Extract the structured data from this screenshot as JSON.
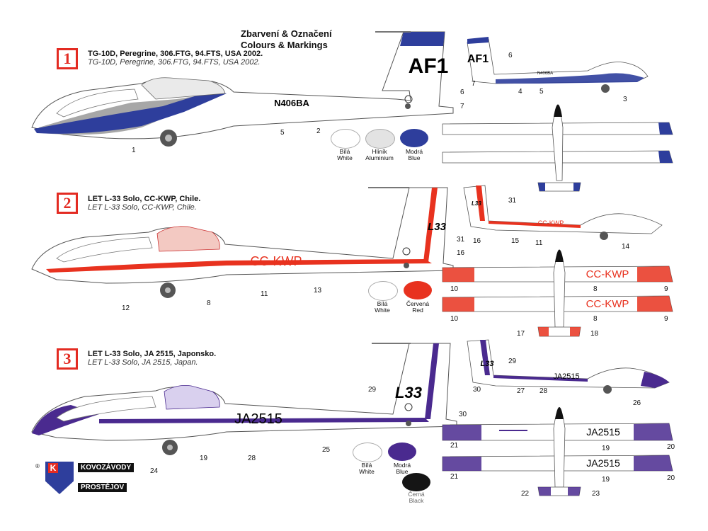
{
  "header": {
    "line1": "Zbarvení & Označení",
    "line2": "Colours & Markings"
  },
  "schemes": [
    {
      "num": "1",
      "title_cz": "TG-10D, Peregrine, 306.FTG, 94.FTS, USA 2002.",
      "title_en": "TG-10D, Peregrine, 306.FTG, 94.FTS, USA 2002.",
      "reg": "N406BA",
      "tail": "AF1",
      "accent": "#2e3e9c"
    },
    {
      "num": "2",
      "title_cz": "LET L-33 Solo, CC-KWP, Chile.",
      "title_en": "LET L-33 Solo, CC-KWP, Chile.",
      "reg": "CC-KWP",
      "tail": "L33",
      "accent": "#e8321f"
    },
    {
      "num": "3",
      "title_cz": "LET L-33 Solo, JA 2515, Japonsko.",
      "title_en": "LET L-33 Solo, JA 2515, Japan.",
      "reg": "JA2515",
      "tail": "L33",
      "accent": "#4a2a8f"
    }
  ],
  "callouts": {
    "s1": [
      "1",
      "2",
      "5",
      "6",
      "7",
      "3",
      "4",
      "5",
      "6",
      "7"
    ],
    "s2": [
      "12",
      "11",
      "13",
      "8",
      "16",
      "31",
      "31",
      "16",
      "15",
      "11",
      "14",
      "10",
      "8",
      "9",
      "10",
      "8",
      "9",
      "17",
      "18"
    ],
    "s3": [
      "24",
      "19",
      "28",
      "25",
      "29",
      "30",
      "29",
      "30",
      "27",
      "28",
      "26",
      "21",
      "19",
      "20",
      "21",
      "19",
      "20",
      "22",
      "23"
    ]
  },
  "swatches": {
    "s1": [
      {
        "cz": "Bílá",
        "en": "White",
        "color": "#ffffff"
      },
      {
        "cz": "Hliník",
        "en": "Aluminium",
        "color": "#e3e3e3"
      },
      {
        "cz": "Modrá",
        "en": "Blue",
        "color": "#2e3e9c"
      }
    ],
    "s2": [
      {
        "cz": "Bílá",
        "en": "White",
        "color": "#ffffff"
      },
      {
        "cz": "Červená",
        "en": "Red",
        "color": "#e8321f"
      }
    ],
    "s3": [
      {
        "cz": "Bílá",
        "en": "White",
        "color": "#ffffff"
      },
      {
        "cz": "Modrá",
        "en": "Blue",
        "color": "#4a2a8f"
      },
      {
        "cz": "Černá",
        "en": "Black",
        "color": "#151515"
      }
    ]
  },
  "logo": {
    "line1": "KOVOZÁVODY",
    "line2": "PROSTĚJOV",
    "mark": "K",
    "registered": "®"
  }
}
